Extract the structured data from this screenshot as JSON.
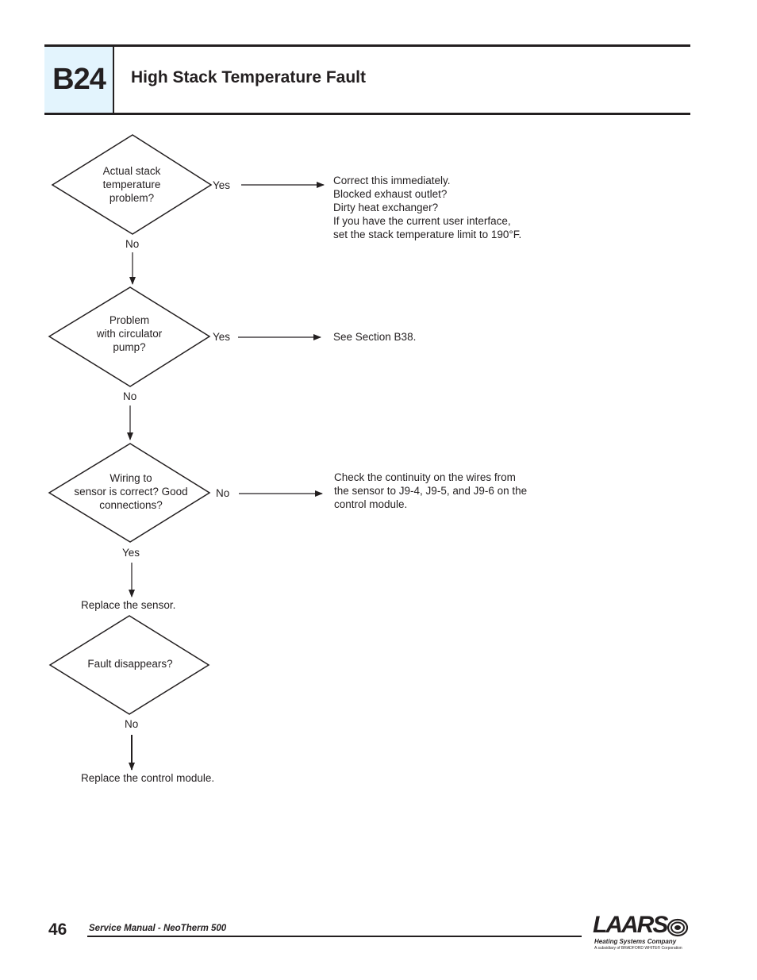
{
  "header": {
    "section_code": "B24",
    "title": "High Stack Temperature Fault"
  },
  "flow": {
    "q1": {
      "lines": [
        "Actual stack",
        "temperature",
        "problem?"
      ],
      "yes": "Yes",
      "no": "No",
      "yes_result": [
        "Correct this immediately.",
        "Blocked exhaust outlet?",
        "Dirty heat exchanger?",
        "If you have the current user interface,",
        "set the stack temperature limit to 190°F."
      ]
    },
    "q2": {
      "lines": [
        "Problem",
        "with circulator",
        "pump?"
      ],
      "yes": "Yes",
      "no": "No",
      "yes_result": [
        "See Section B38."
      ]
    },
    "q3": {
      "lines": [
        "Wiring to",
        "sensor is correct?  Good",
        "connections?"
      ],
      "no": "No",
      "yes": "Yes",
      "no_result": [
        "Check the continuity on the wires from",
        "the sensor to J9-4, J9-5, and J9-6 on the",
        "control module."
      ]
    },
    "step1": "Replace the sensor.",
    "q4": {
      "lines": [
        "Fault disappears?"
      ],
      "no": "No"
    },
    "step2": "Replace the control module."
  },
  "footer": {
    "page_number": "46",
    "text": "Service Manual - NeoTherm 500",
    "logo_word": "LAARS",
    "logo_tagline": "Heating Systems Company",
    "logo_sub": "A subsidiary of BRADFORD WHITE® Corporation"
  },
  "colors": {
    "ink": "#231f20",
    "header_box": "#e3f4fd"
  }
}
